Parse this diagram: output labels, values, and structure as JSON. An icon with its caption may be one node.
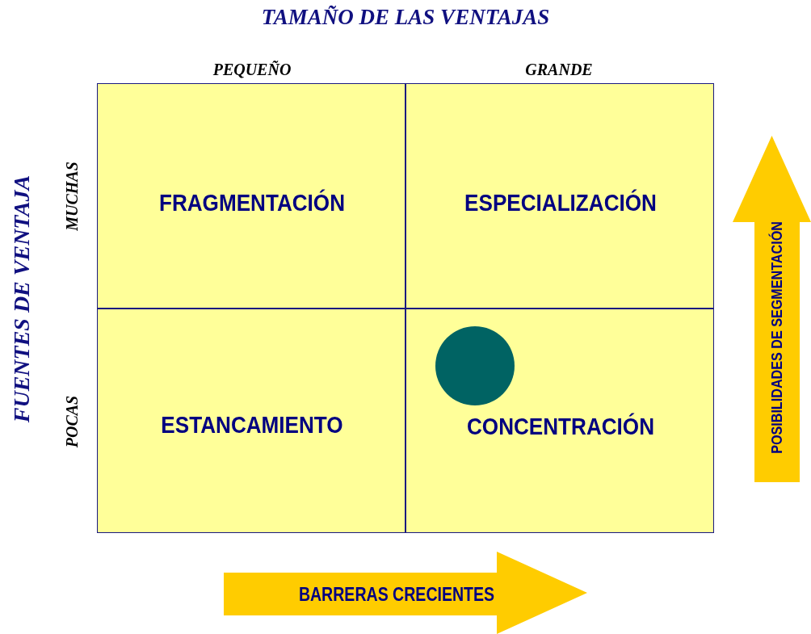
{
  "diagram": {
    "title": "TAMAÑO DE LAS VENTAJAS",
    "nodes": [
      {
        "text": [
          "FRAGMENTACIÓN"
        ]
      },
      {
        "text": [
          "ESPECIALIZACIÓN"
        ]
      },
      {
        "text": [
          "ESTANCAMIENTO"
        ]
      },
      {
        "text": [
          "CONCENTRACIÓN"
        ]
      },
      {
        "text": [],
        "shape": "circle",
        "in": 3
      },
      {
        "text": [
          "POSIBILIDADES DE SEGMENTACIÓN"
        ]
      },
      {
        "text": [
          "BARRERAS CRECIENTES"
        ]
      }
    ],
    "edges": [],
    "labels": [
      "PEQUEÑO",
      "GRANDE",
      "FUENTES DE VENTAJA",
      "MUCHAS",
      "POCAS"
    ]
  }
}
